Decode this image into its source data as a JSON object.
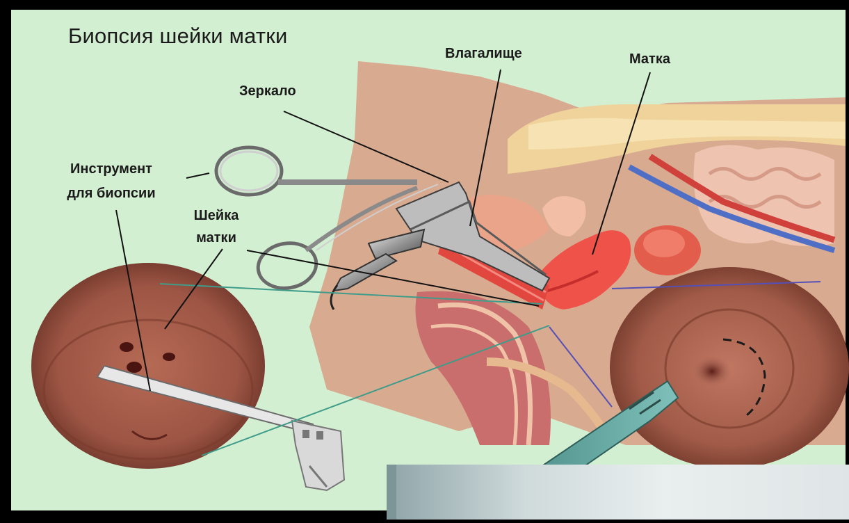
{
  "title": "Биопсия шейки матки",
  "labels": {
    "vagina": "Влагалище",
    "uterus": "Матка",
    "speculum": "Зеркало",
    "tool_line1": "Инструмент",
    "tool_line2": "для биопсии",
    "cervix_line1": "Шейка",
    "cervix_line2": "матки"
  },
  "colors": {
    "frame": "#000000",
    "background": "#d4efd2",
    "skin": "#d7a98e",
    "tissue_red": "#e8444a",
    "cervix_view": "#9b5442",
    "bone": "#f1d49a"
  }
}
